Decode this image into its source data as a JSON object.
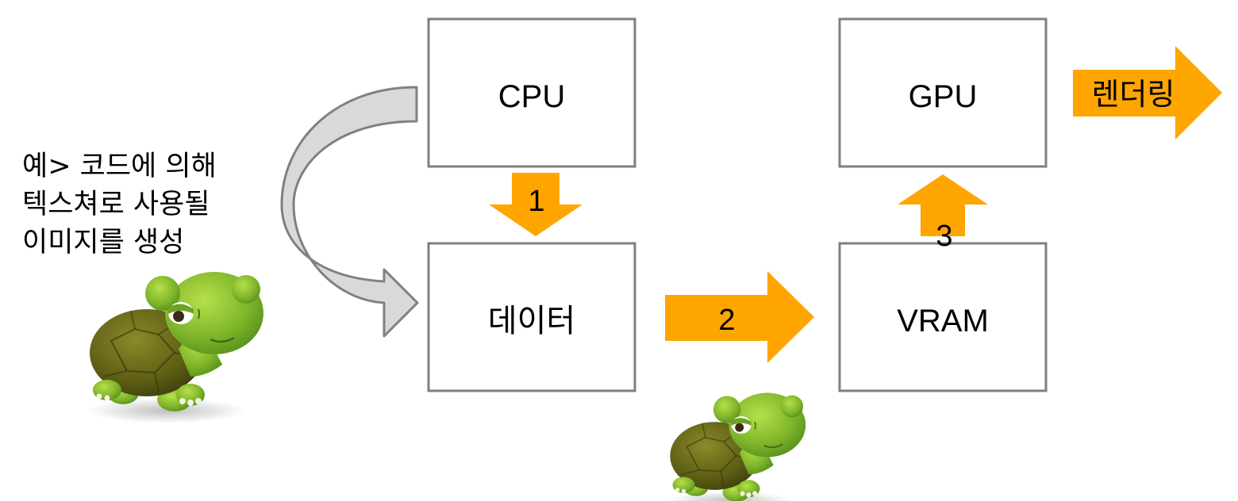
{
  "boxes": {
    "cpu": "CPU",
    "data": "데이터",
    "gpu": "GPU",
    "vram": "VRAM"
  },
  "steps": {
    "one": "1",
    "two": "2",
    "three": "3"
  },
  "output_label": "렌더링",
  "note_lines": [
    "예> 코드에 의해",
    "텍스쳐로 사용될",
    "이미지를 생성"
  ],
  "colors": {
    "arrow_orange": "#FFA500",
    "box_border": "#7F7F7F",
    "curved_arrow_fill": "#D9D9D9",
    "curved_arrow_stroke": "#808080"
  },
  "icons": [
    "turtle-mascot-icon",
    "turtle-mascot-icon"
  ]
}
